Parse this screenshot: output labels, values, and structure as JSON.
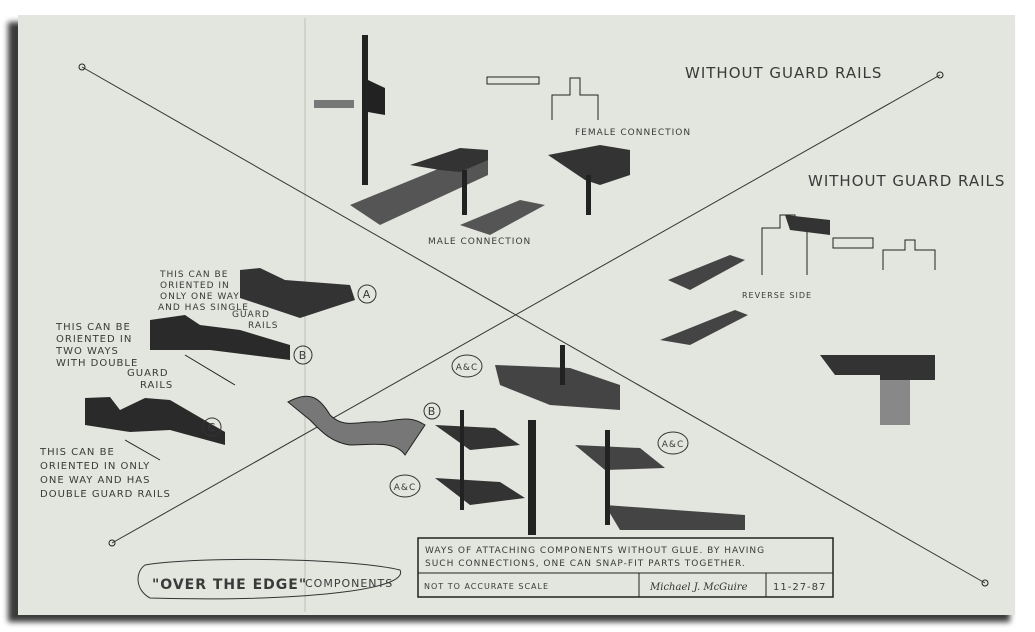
{
  "labels": {
    "without_guard_rails_1": "WITHOUT GUARD RAILS",
    "without_guard_rails_2": "WITHOUT GUARD RAILS",
    "female_connection": "FEMALE CONNECTION",
    "male_connection": "MALE CONNECTION",
    "reverse_side": "REVERSE SIDE",
    "note_a": [
      "THIS CAN BE",
      "ORIENTED IN",
      "ONLY ONE WAY",
      "AND HAS SINGLE",
      "GUARD",
      "RAILS"
    ],
    "note_b": [
      "THIS CAN BE",
      "ORIENTED IN",
      "TWO WAYS",
      "WITH DOUBLE",
      "GUARD",
      "RAILS"
    ],
    "note_c": [
      "THIS CAN BE",
      "ORIENTED IN ONLY",
      "ONE WAY AND HAS",
      "DOUBLE GUARD RAILS"
    ],
    "marker_a": "A",
    "marker_b": "B",
    "marker_c": "C",
    "marker_ac": "A&C"
  },
  "title": {
    "quoted": "\"OVER THE EDGE\"",
    "rest": "COMPONENTS"
  },
  "title_block": {
    "description_line1": "WAYS OF ATTACHING COMPONENTS WITHOUT GLUE. BY HAVING",
    "description_line2": "SUCH CONNECTIONS, ONE CAN SNAP-FIT PARTS TOGETHER.",
    "scale_note": "NOT TO ACCURATE SCALE",
    "signature": "Michael J. McGuire",
    "date": "11-27-87"
  }
}
